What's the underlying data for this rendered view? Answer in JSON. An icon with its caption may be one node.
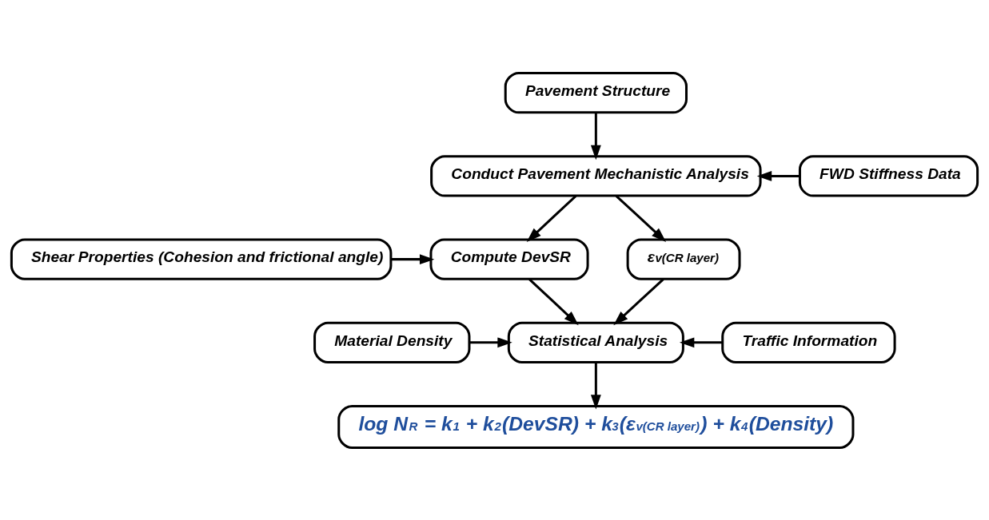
{
  "diagram": {
    "nodes": [
      {
        "text": [
          "Pavement Structure"
        ]
      },
      {
        "text": [
          "Conduct Pavement Mechanistic Analysis"
        ]
      },
      {
        "text": [
          "FWD Stiffness Data"
        ]
      },
      {
        "text": [
          "Shear Properties (Cohesion and frictional angle)"
        ]
      },
      {
        "text": [
          "Compute DevSR"
        ]
      },
      {
        "text": [
          "ε$_{v(CR layer)}$"
        ]
      },
      {
        "text": [
          "Material Density"
        ]
      },
      {
        "text": [
          "Statistical Analysis"
        ]
      },
      {
        "text": [
          "Traffic Information"
        ]
      },
      {
        "text": [
          "log N$_{R}$ = k$_{1}$ + k$_{2}$(DevSR) + k$_{3}$(ε$_{v(CR layer)}$) + k$_{4}$(Density)"
        ]
      }
    ],
    "edges": [
      {
        "from": 0,
        "to": 1,
        "arrow": "to"
      },
      {
        "from": 2,
        "to": 1,
        "arrow": "to"
      },
      {
        "from": 1,
        "to": 4,
        "arrow": "to"
      },
      {
        "from": 1,
        "to": 5,
        "arrow": "to"
      },
      {
        "from": 3,
        "to": 4,
        "arrow": "to"
      },
      {
        "from": 4,
        "to": 7,
        "arrow": "to"
      },
      {
        "from": 5,
        "to": 7,
        "arrow": "to"
      },
      {
        "from": 6,
        "to": 7,
        "arrow": "to"
      },
      {
        "from": 8,
        "to": 7,
        "arrow": "to"
      },
      {
        "from": 7,
        "to": 9,
        "arrow": "to"
      }
    ]
  }
}
